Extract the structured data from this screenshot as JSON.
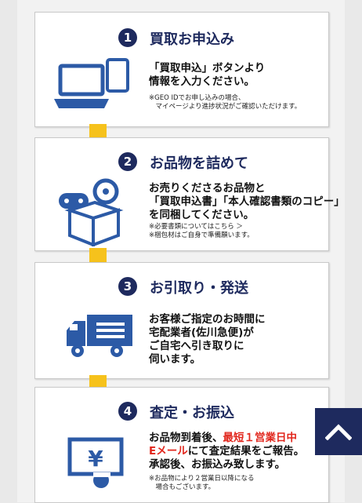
{
  "steps": [
    {
      "num": "1",
      "title": "買取お申込み",
      "lines": [
        "「買取申込」ボタンより",
        "情報を入力ください。"
      ],
      "notes": [
        "※GEO IDでお申し込みの場合、",
        "　マイページより進捗状況がご確認いただけます。"
      ],
      "icon": "laptop-phone-icon"
    },
    {
      "num": "2",
      "title": "お品物を詰めて",
      "lines": [
        "お売りくださるお品物と",
        "「買取申込書」「本人確認書類のコピー」",
        "を同梱してください。"
      ],
      "notes": [
        "※必要書類についてはこちら ＞",
        "※梱包材はご自身で準備願います。"
      ],
      "icon": "box-items-icon"
    },
    {
      "num": "3",
      "title": "お引取り・発送",
      "lines": [
        "お客様ご指定のお時間に",
        "宅配業者(佐川急便)が",
        "ご自宅へ引き取りに",
        "伺います。"
      ],
      "icon": "truck-icon"
    },
    {
      "num": "4",
      "title": "査定・お振込",
      "line1_a": "お品物到着後、",
      "line1_b": "最短１営業日中",
      "line2_a": "Eメール",
      "line2_b": "にて査定結果をご報告。",
      "line3": "承認後、お振込み致します。",
      "notes": [
        "※お品物により２営業日以降になる",
        "　場合もございます。"
      ],
      "icon": "yen-payment-icon"
    }
  ],
  "colors": {
    "navy": "#1e2a5e",
    "yellow": "#f6c21c",
    "red": "#e1261c"
  },
  "scroll_top_icon": "chevron-up-icon"
}
